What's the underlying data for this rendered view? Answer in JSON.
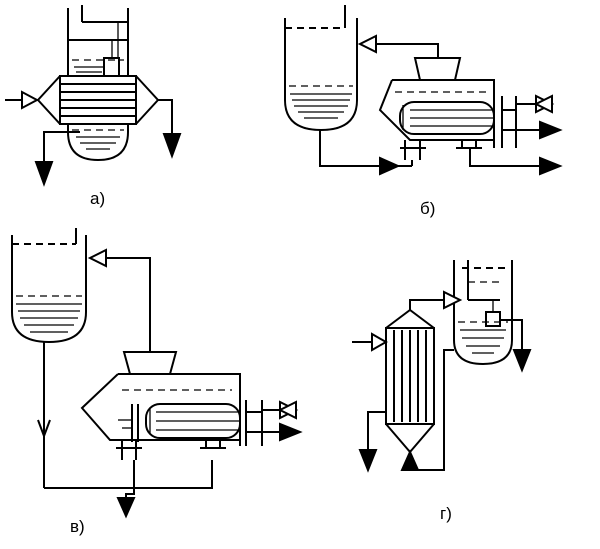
{
  "labels": {
    "a": "а)",
    "b": "б)",
    "v": "в)",
    "g": "г)"
  },
  "colors": {
    "ink": "#000000",
    "background": "#ffffff"
  }
}
